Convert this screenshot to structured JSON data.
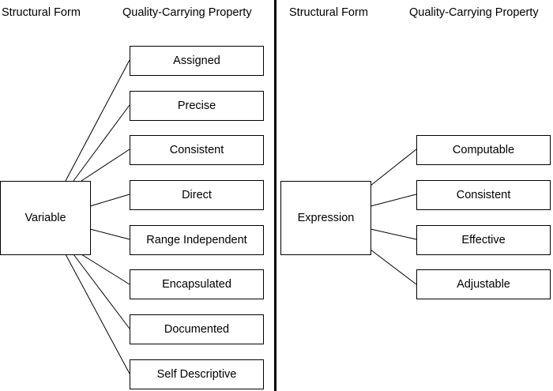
{
  "left": {
    "header_form": "Structural Form",
    "header_property": "Quality-Carrying Property",
    "form": "Variable",
    "properties": [
      "Assigned",
      "Precise",
      "Consistent",
      "Direct",
      "Range Independent",
      "Encapsulated",
      "Documented",
      "Self Descriptive"
    ]
  },
  "right": {
    "header_form": "Structural Form",
    "header_property": "Quality-Carrying Property",
    "form": "Expression",
    "properties": [
      "Computable",
      "Consistent",
      "Effective",
      "Adjustable"
    ]
  }
}
